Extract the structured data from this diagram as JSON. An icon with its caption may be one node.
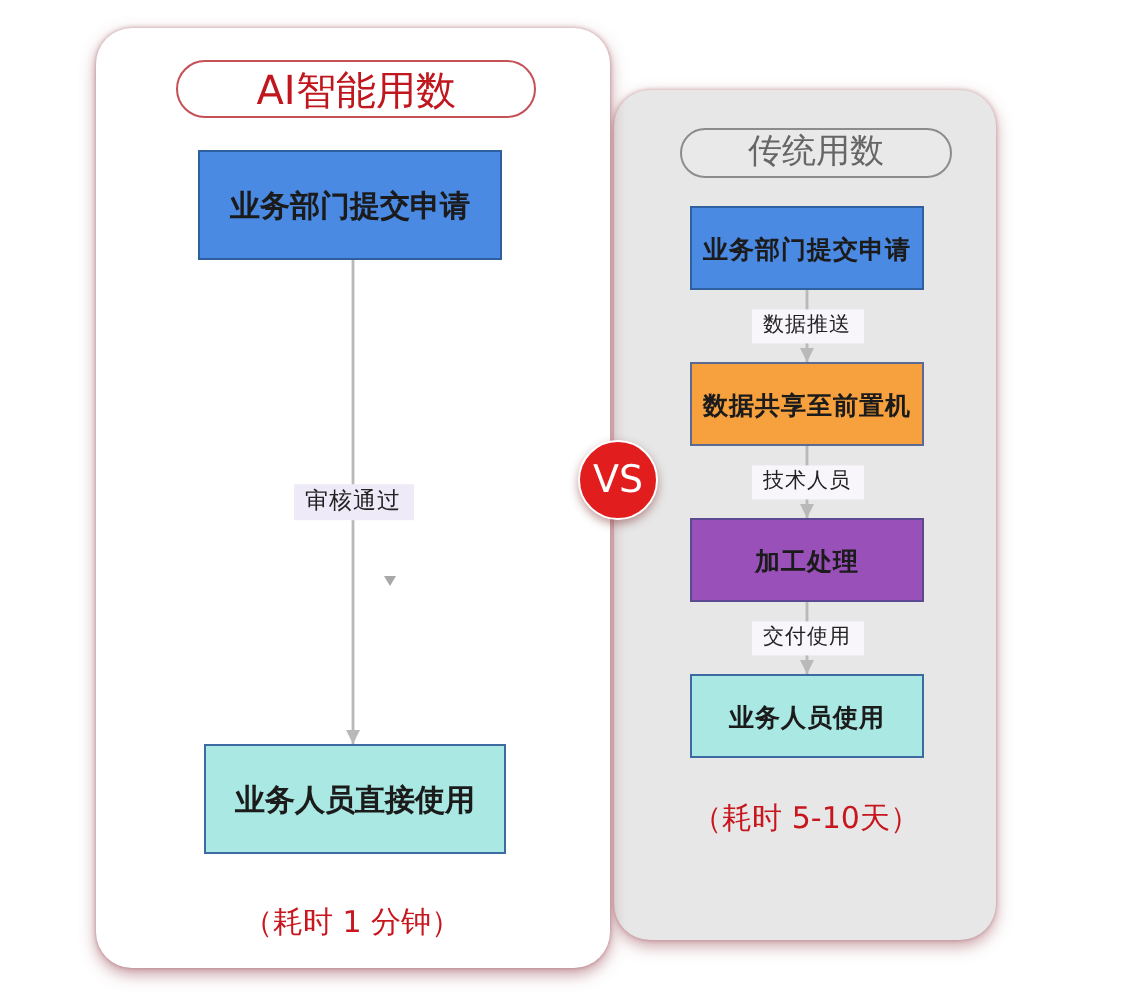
{
  "diagram": {
    "nodes": [
      {
        "text": [],
        "shape": "box"
      },
      {
        "text": [
          "AI智能用数"
        ],
        "in": 0
      },
      {
        "text": [
          "业务部门提交申请"
        ],
        "in": 0
      },
      {
        "text": [
          "业务人员直接使用"
        ],
        "in": 0,
        "beside": [
          "（耗时 1 分钟）"
        ]
      },
      {
        "text": [
          "VS"
        ]
      },
      {
        "text": [],
        "shape": "box"
      },
      {
        "text": [
          "传统用数"
        ],
        "in": 5
      },
      {
        "text": [
          "业务部门提交申请"
        ],
        "in": 5
      },
      {
        "text": [
          "数据共享至前置机"
        ],
        "in": 5
      },
      {
        "text": [
          "加工处理"
        ],
        "in": 5
      },
      {
        "text": [
          "业务人员使用"
        ],
        "in": 5,
        "beside": [
          "（耗时 5-10天）"
        ]
      }
    ],
    "edges": [
      {
        "from": 2,
        "to": 3,
        "arrow": "to",
        "label": "审核通过"
      },
      {
        "from": 7,
        "to": 8,
        "arrow": "to",
        "label": "数据推送"
      },
      {
        "from": 8,
        "to": 9,
        "arrow": "to",
        "label": "技术人员"
      },
      {
        "from": 9,
        "to": 10,
        "arrow": "to",
        "label": "交付使用"
      }
    ]
  }
}
